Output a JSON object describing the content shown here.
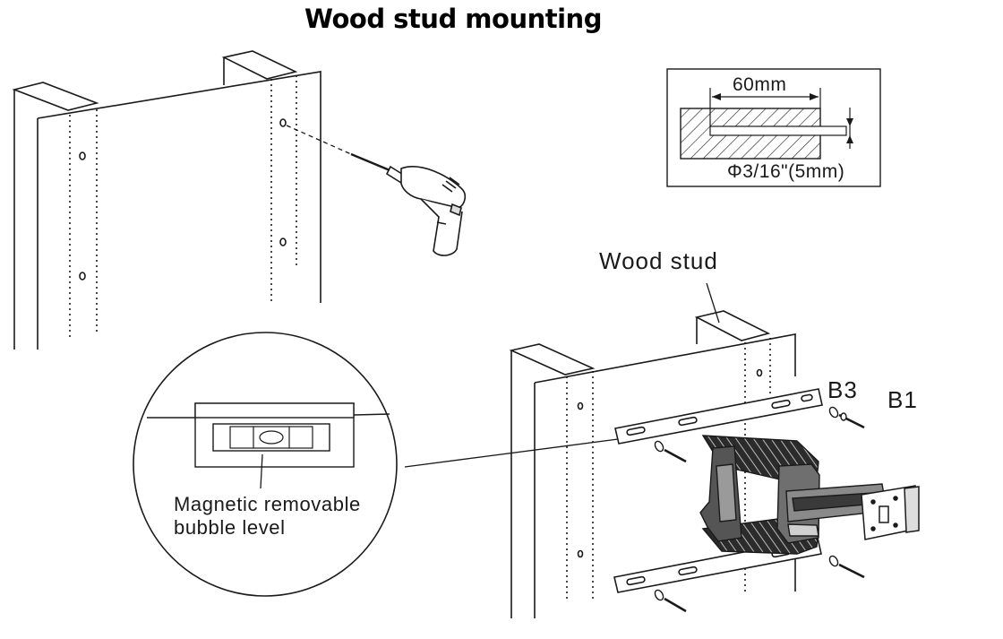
{
  "title": "Wood stud mounting",
  "detail": {
    "width_label": "60mm",
    "hole_label": "Φ3/16\"(5mm)"
  },
  "labels": {
    "wood_stud": "Wood stud",
    "b3": "B3",
    "b1": "B1",
    "level_line1": "Magnetic removable",
    "level_line2": "bubble level"
  },
  "colors": {
    "line": "#1a1a1a",
    "arm_dark": "#2b2b2b",
    "arm_mid": "#8a8a8a"
  }
}
